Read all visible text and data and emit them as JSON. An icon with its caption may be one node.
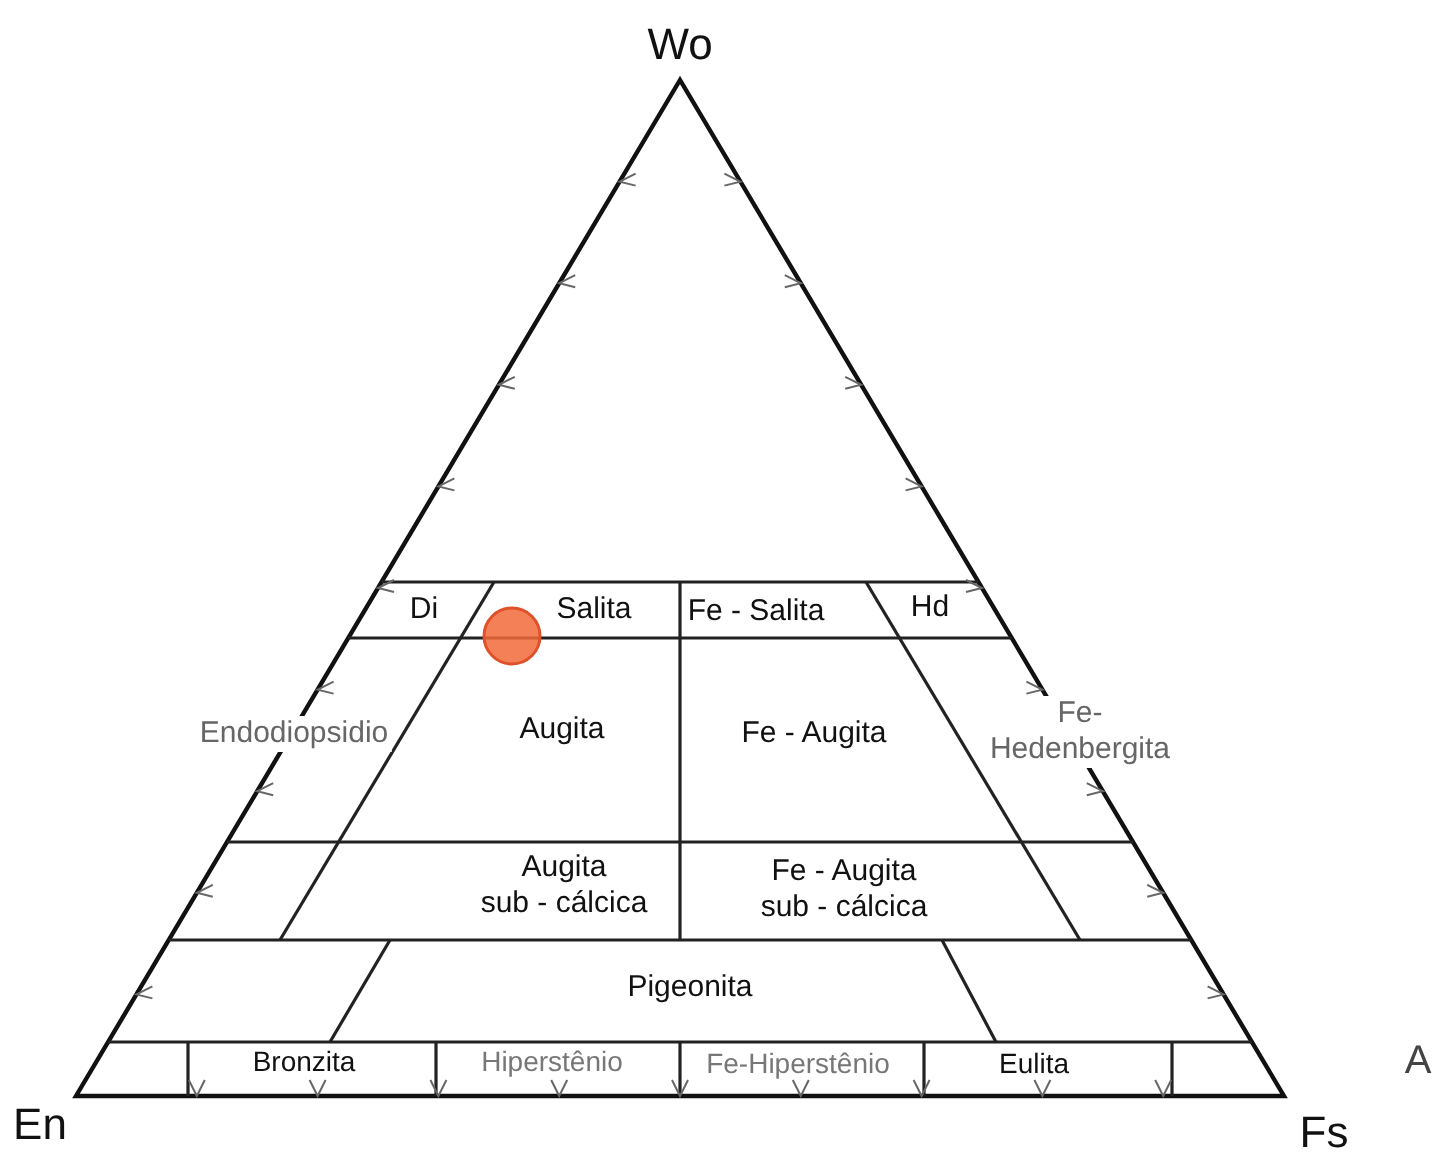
{
  "diagram": {
    "labels": [
      "Wo",
      "Di",
      "Salita",
      "Fe - Salita",
      "Hd",
      "Endodiopsidio",
      "Augita",
      "Fe - Augita",
      "Fe- Hedenbergita",
      "Augita sub - cálcica",
      "Fe - Augita sub - cálcica",
      "Pigeonita",
      "Bronzita",
      "Hiperstênio",
      "Fe-Hiperstênio",
      "Eulita",
      "A",
      "En",
      "Fs"
    ]
  }
}
